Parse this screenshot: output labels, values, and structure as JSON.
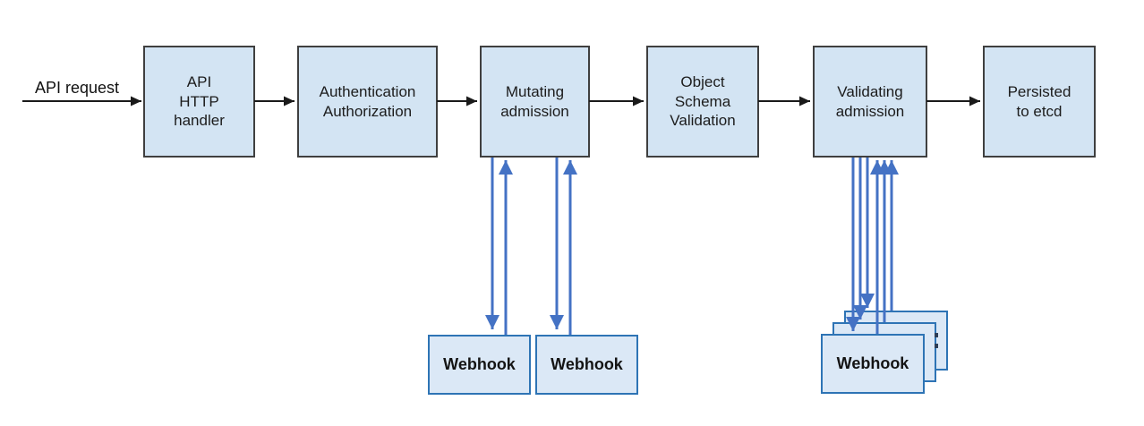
{
  "colors": {
    "box_fill": "#d3e4f3",
    "stage_border": "#3f3f3f",
    "webhook_fill": "#dbe8f6",
    "webhook_border": "#2e74b5",
    "arrow_black": "#1a1a1a",
    "arrow_blue": "#4472c4",
    "text": "#1c1c1c"
  },
  "flow": {
    "request_label": "API request",
    "stages": [
      {
        "id": "api-http-handler",
        "label": "API\nHTTP\nhandler"
      },
      {
        "id": "authentication-authorization",
        "label": "Authentication\nAuthorization"
      },
      {
        "id": "mutating-admission",
        "label": "Mutating\nadmission"
      },
      {
        "id": "object-schema-validation",
        "label": "Object\nSchema\nValidation"
      },
      {
        "id": "validating-admission",
        "label": "Validating\nadmission"
      },
      {
        "id": "persisted-to-etcd",
        "label": "Persisted\nto etcd"
      }
    ],
    "mutating_webhooks": [
      {
        "label": "Webhook"
      },
      {
        "label": "Webhook"
      }
    ],
    "validating_webhook_stack": {
      "front_label": "Webhook",
      "stack_count": 3
    }
  }
}
